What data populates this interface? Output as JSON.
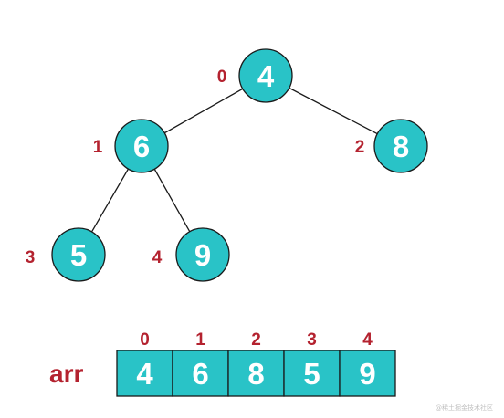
{
  "colors": {
    "node_fill": "#29c3c7",
    "index_label": "#b4222f",
    "array_label": "#b4222f",
    "line": "#1a1a1a"
  },
  "tree": {
    "nodes": [
      {
        "index": "0",
        "value": "4"
      },
      {
        "index": "1",
        "value": "6"
      },
      {
        "index": "2",
        "value": "8"
      },
      {
        "index": "3",
        "value": "5"
      },
      {
        "index": "4",
        "value": "9"
      }
    ],
    "edges": [
      [
        0,
        1
      ],
      [
        0,
        2
      ],
      [
        1,
        3
      ],
      [
        1,
        4
      ]
    ]
  },
  "array": {
    "label": "arr",
    "indices": [
      "0",
      "1",
      "2",
      "3",
      "4"
    ],
    "values": [
      "4",
      "6",
      "8",
      "5",
      "9"
    ]
  },
  "watermark": "@稀土掘金技术社区"
}
